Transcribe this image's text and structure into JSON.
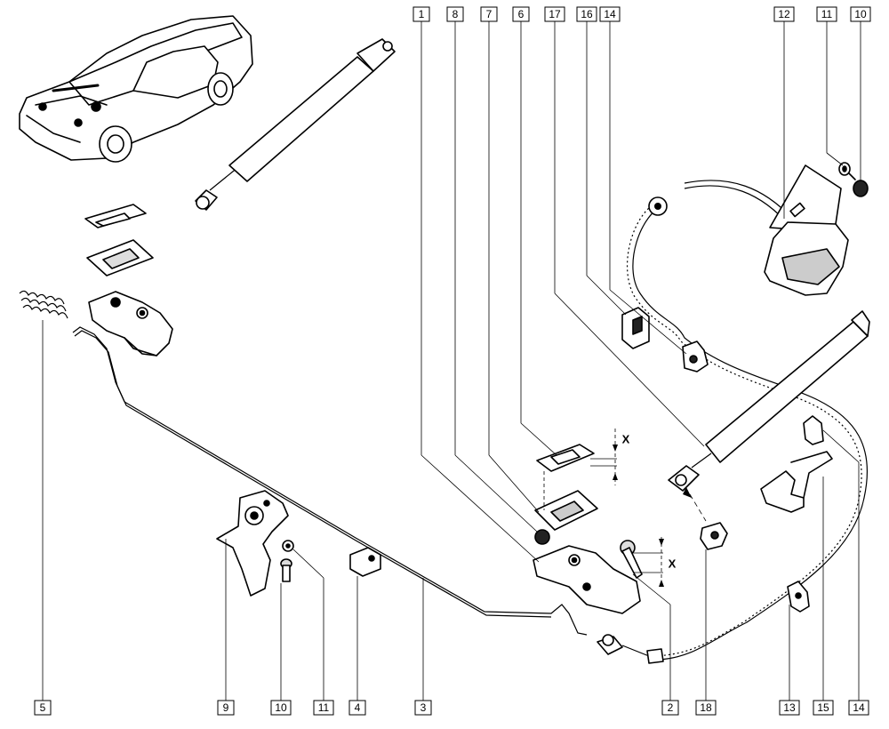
{
  "labels_top": [
    {
      "key": "p1",
      "text": "1"
    },
    {
      "key": "p8",
      "text": "8"
    },
    {
      "key": "p7",
      "text": "7"
    },
    {
      "key": "p6",
      "text": "6"
    },
    {
      "key": "p17",
      "text": "17"
    },
    {
      "key": "p16",
      "text": "16"
    },
    {
      "key": "p14",
      "text": "14"
    },
    {
      "key": "p12",
      "text": "12"
    },
    {
      "key": "p11",
      "text": "11"
    },
    {
      "key": "p10",
      "text": "10"
    }
  ],
  "labels_bottom": [
    {
      "key": "p5",
      "text": "5"
    },
    {
      "key": "p9",
      "text": "9"
    },
    {
      "key": "p10",
      "text": "10"
    },
    {
      "key": "p11",
      "text": "11"
    },
    {
      "key": "p4",
      "text": "4"
    },
    {
      "key": "p3",
      "text": "3"
    },
    {
      "key": "p2",
      "text": "2"
    },
    {
      "key": "p18",
      "text": "18"
    },
    {
      "key": "p13",
      "text": "13"
    },
    {
      "key": "p15",
      "text": "15"
    },
    {
      "key": "p14",
      "text": "14"
    }
  ],
  "dimension_marks": {
    "upper": "X",
    "lower": "X"
  }
}
